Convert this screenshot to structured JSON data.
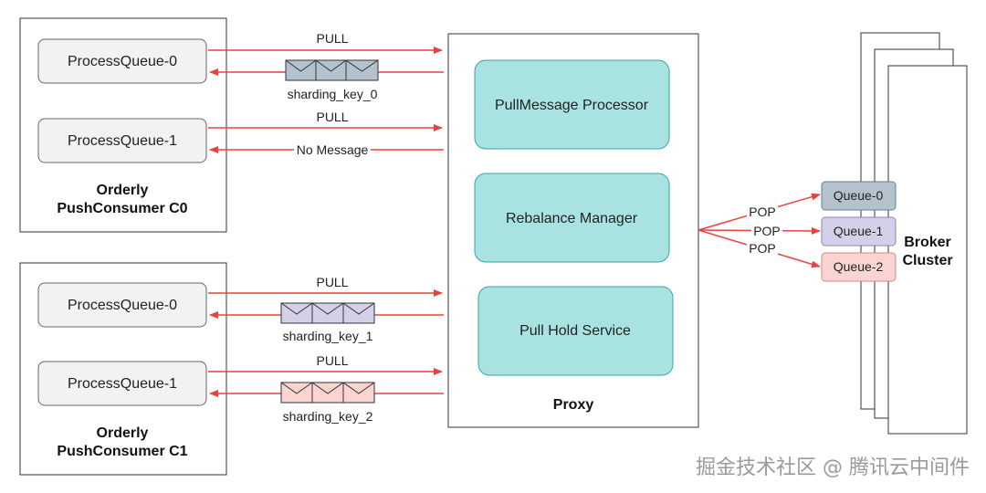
{
  "consumers": [
    {
      "title_line1": "Orderly",
      "title_line2": "PushConsumer C0",
      "queues": [
        {
          "label": "ProcessQueue-0",
          "pull_label": "PULL",
          "return_label": "sharding_key_0"
        },
        {
          "label": "ProcessQueue-1",
          "pull_label": "PULL",
          "return_label": "No Message"
        }
      ]
    },
    {
      "title_line1": "Orderly",
      "title_line2": "PushConsumer C1",
      "queues": [
        {
          "label": "ProcessQueue-0",
          "pull_label": "PULL",
          "return_label": "sharding_key_1"
        },
        {
          "label": "ProcessQueue-1",
          "pull_label": "PULL",
          "return_label": "sharding_key_2"
        }
      ]
    }
  ],
  "proxy": {
    "title": "Proxy",
    "components": [
      "PullMessage Processor",
      "Rebalance Manager",
      "Pull Hold Service"
    ]
  },
  "pop_labels": [
    "POP",
    "POP",
    "POP"
  ],
  "broker": {
    "title_line1": "Broker",
    "title_line2": "Cluster",
    "queues": [
      "Queue-0",
      "Queue-1",
      "Queue-2"
    ]
  },
  "colors": {
    "arrow": "#e8423f",
    "component_fill": "#a8e3e2",
    "component_stroke": "#3aa3a3",
    "process_queue_fill": "#f2f2f2",
    "queue0_fill": "#b3c2cc",
    "queue1_fill": "#d4d0ea",
    "queue2_fill": "#f9d4d0",
    "envelope0": "#b3c2cc",
    "envelope1": "#d4d0ea",
    "envelope2": "#f9d4d0"
  },
  "watermark": "掘金技术社区 @ 腾讯云中间件"
}
